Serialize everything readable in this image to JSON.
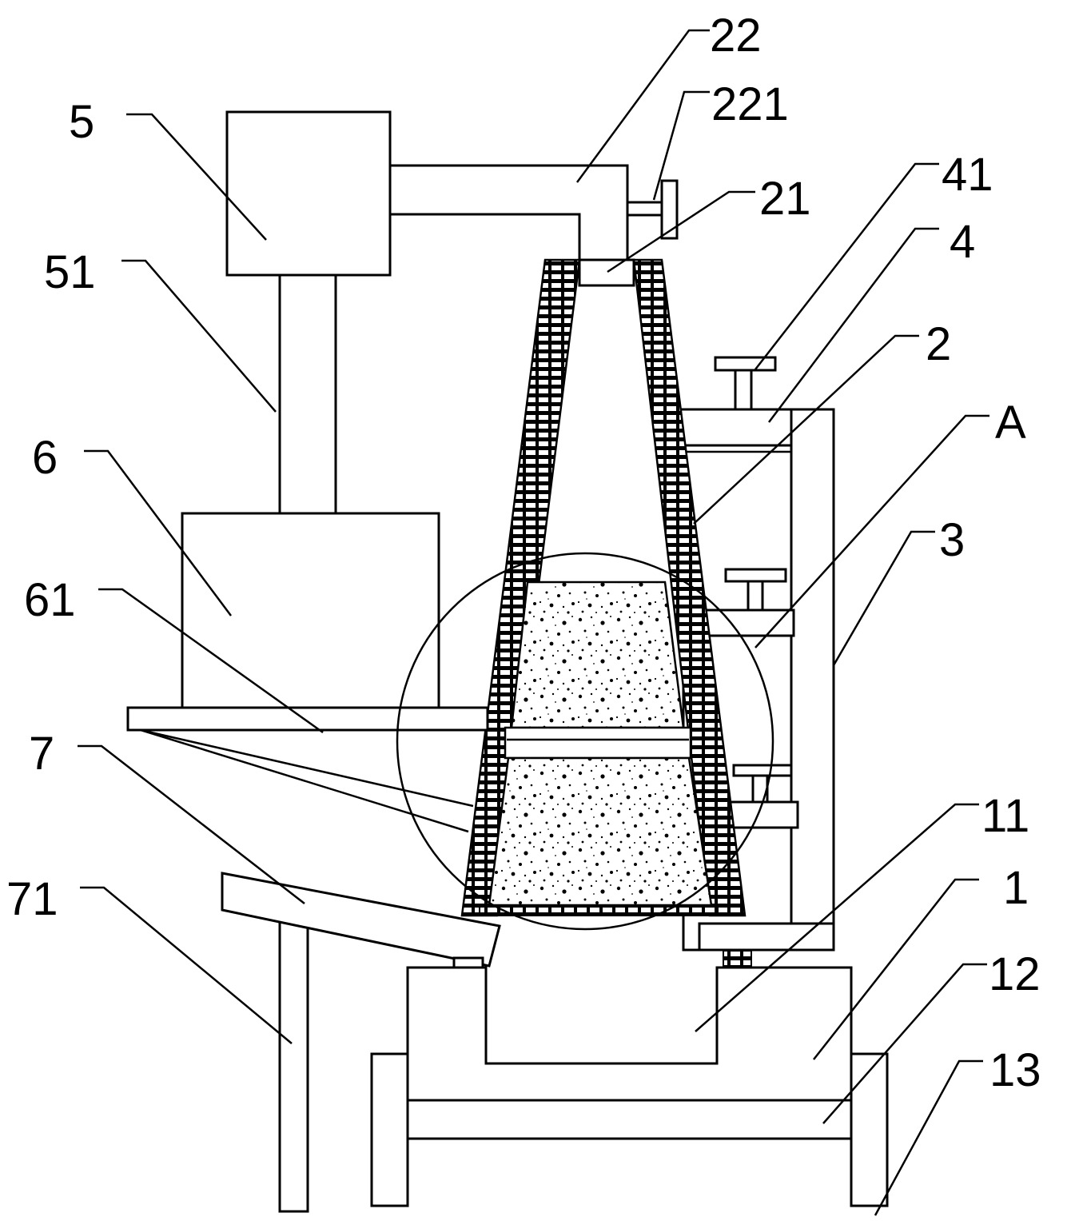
{
  "labels": {
    "l22": "22",
    "l221": "221",
    "l5": "5",
    "l21": "21",
    "l41": "41",
    "l4": "4",
    "l51": "51",
    "l2": "2",
    "lA": "A",
    "l6": "6",
    "l3": "3",
    "l61": "61",
    "l7": "7",
    "l11": "11",
    "l71": "71",
    "l1": "1",
    "l12": "12",
    "l13": "13"
  },
  "colors": {
    "line": "#000000",
    "background": "#ffffff"
  }
}
